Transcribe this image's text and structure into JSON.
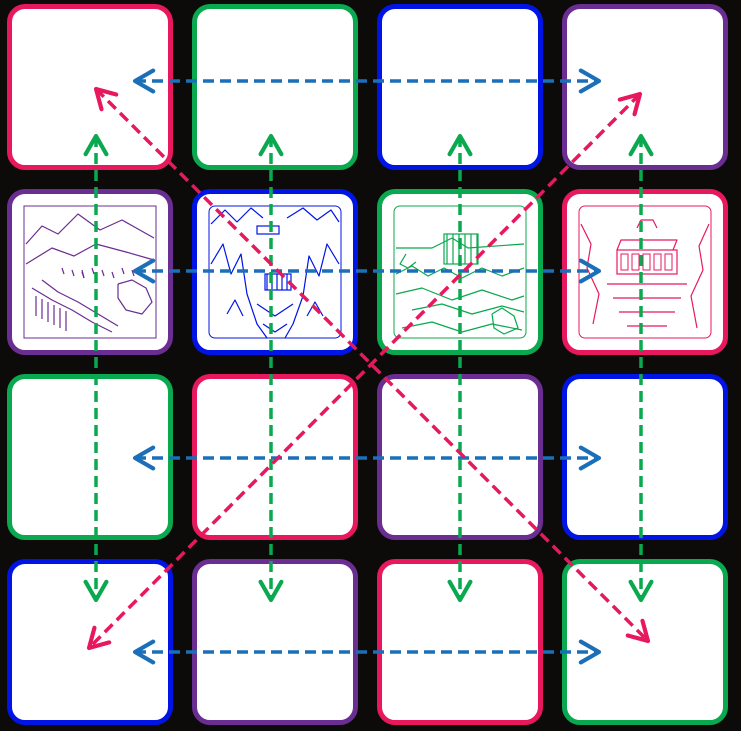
{
  "puzzle": {
    "colors": {
      "pink": "#e8185f",
      "green": "#0aa84f",
      "blue": "#0014e6",
      "purple": "#6a2d91",
      "arrow_blue": "#1b6fb8",
      "arrow_green": "#0aa84f",
      "arrow_pink": "#e8185f"
    },
    "grid": [
      [
        {
          "border": "pink",
          "picture": null
        },
        {
          "border": "green",
          "picture": null
        },
        {
          "border": "blue",
          "picture": null
        },
        {
          "border": "purple",
          "picture": null
        }
      ],
      [
        {
          "border": "purple",
          "picture": "waterfall-dam-sketch"
        },
        {
          "border": "blue",
          "picture": "mountain-dam-sketch"
        },
        {
          "border": "green",
          "picture": "river-dam-sketch"
        },
        {
          "border": "pink",
          "picture": "dam-gates-sketch"
        }
      ],
      [
        {
          "border": "green",
          "picture": null
        },
        {
          "border": "pink",
          "picture": null
        },
        {
          "border": "purple",
          "picture": null
        },
        {
          "border": "blue",
          "picture": null
        }
      ],
      [
        {
          "border": "blue",
          "picture": null
        },
        {
          "border": "purple",
          "picture": null
        },
        {
          "border": "pink",
          "picture": null
        },
        {
          "border": "green",
          "picture": null
        }
      ]
    ],
    "line_colors": {
      "row_lines": "arrow_blue",
      "column_lines": "arrow_green",
      "diagonal_lines": "arrow_pink"
    }
  }
}
